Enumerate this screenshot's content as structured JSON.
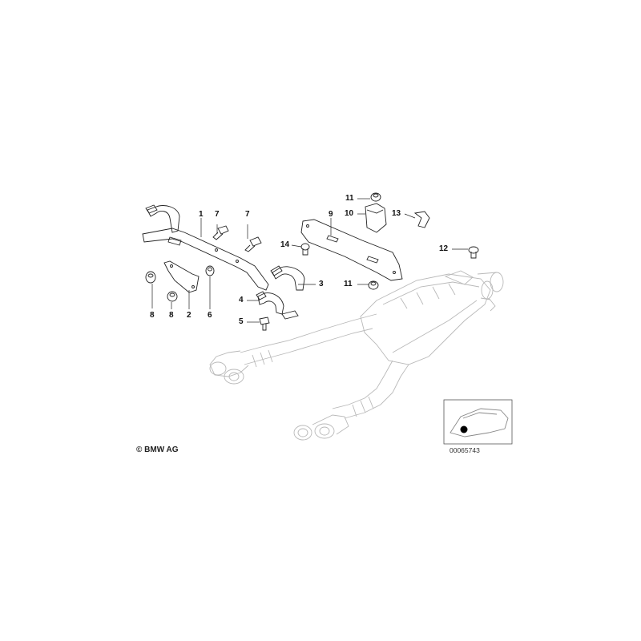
{
  "copyright": "© BMW AG",
  "doc_number": "00065743",
  "callouts": [
    {
      "id": "c1",
      "label": "1"
    },
    {
      "id": "c7a",
      "label": "7"
    },
    {
      "id": "c7b",
      "label": "7"
    },
    {
      "id": "c8a",
      "label": "8"
    },
    {
      "id": "c8b",
      "label": "8"
    },
    {
      "id": "c2",
      "label": "2"
    },
    {
      "id": "c6",
      "label": "6"
    },
    {
      "id": "c3",
      "label": "3"
    },
    {
      "id": "c4",
      "label": "4"
    },
    {
      "id": "c5",
      "label": "5"
    },
    {
      "id": "c9",
      "label": "9"
    },
    {
      "id": "c10",
      "label": "10"
    },
    {
      "id": "c11a",
      "label": "11"
    },
    {
      "id": "c11b",
      "label": "11"
    },
    {
      "id": "c13",
      "label": "13"
    },
    {
      "id": "c14",
      "label": "14"
    },
    {
      "id": "c12",
      "label": "12"
    }
  ]
}
